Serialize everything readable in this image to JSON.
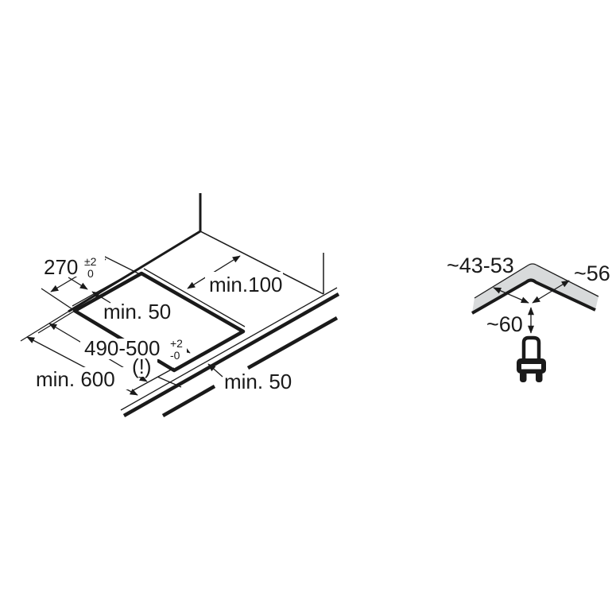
{
  "page": {
    "background": "#ffffff",
    "line_color": "#1a1a1a"
  },
  "main_diagram": {
    "description": "isometric worktop cutout installation drawing",
    "dims": {
      "cutout_width": {
        "value": "270",
        "tol_top": "±2",
        "tol_bottom": "0"
      },
      "side_clearance": "min.100",
      "back_clearance": "min. 50",
      "cutout_depth": {
        "value": "490-500",
        "tol_top": "+2",
        "tol_bottom": "-0"
      },
      "warning_mark": "(!)",
      "worktop_depth": "min. 600",
      "front_clearance": "min. 50"
    }
  },
  "detail_diagram": {
    "description": "worktop front edge corner cross-section with fastening clamp",
    "band_color": "#d8dadb",
    "dims": {
      "edge_left": "~43-53",
      "edge_right": "~56",
      "clamp_distance": "~60"
    }
  }
}
